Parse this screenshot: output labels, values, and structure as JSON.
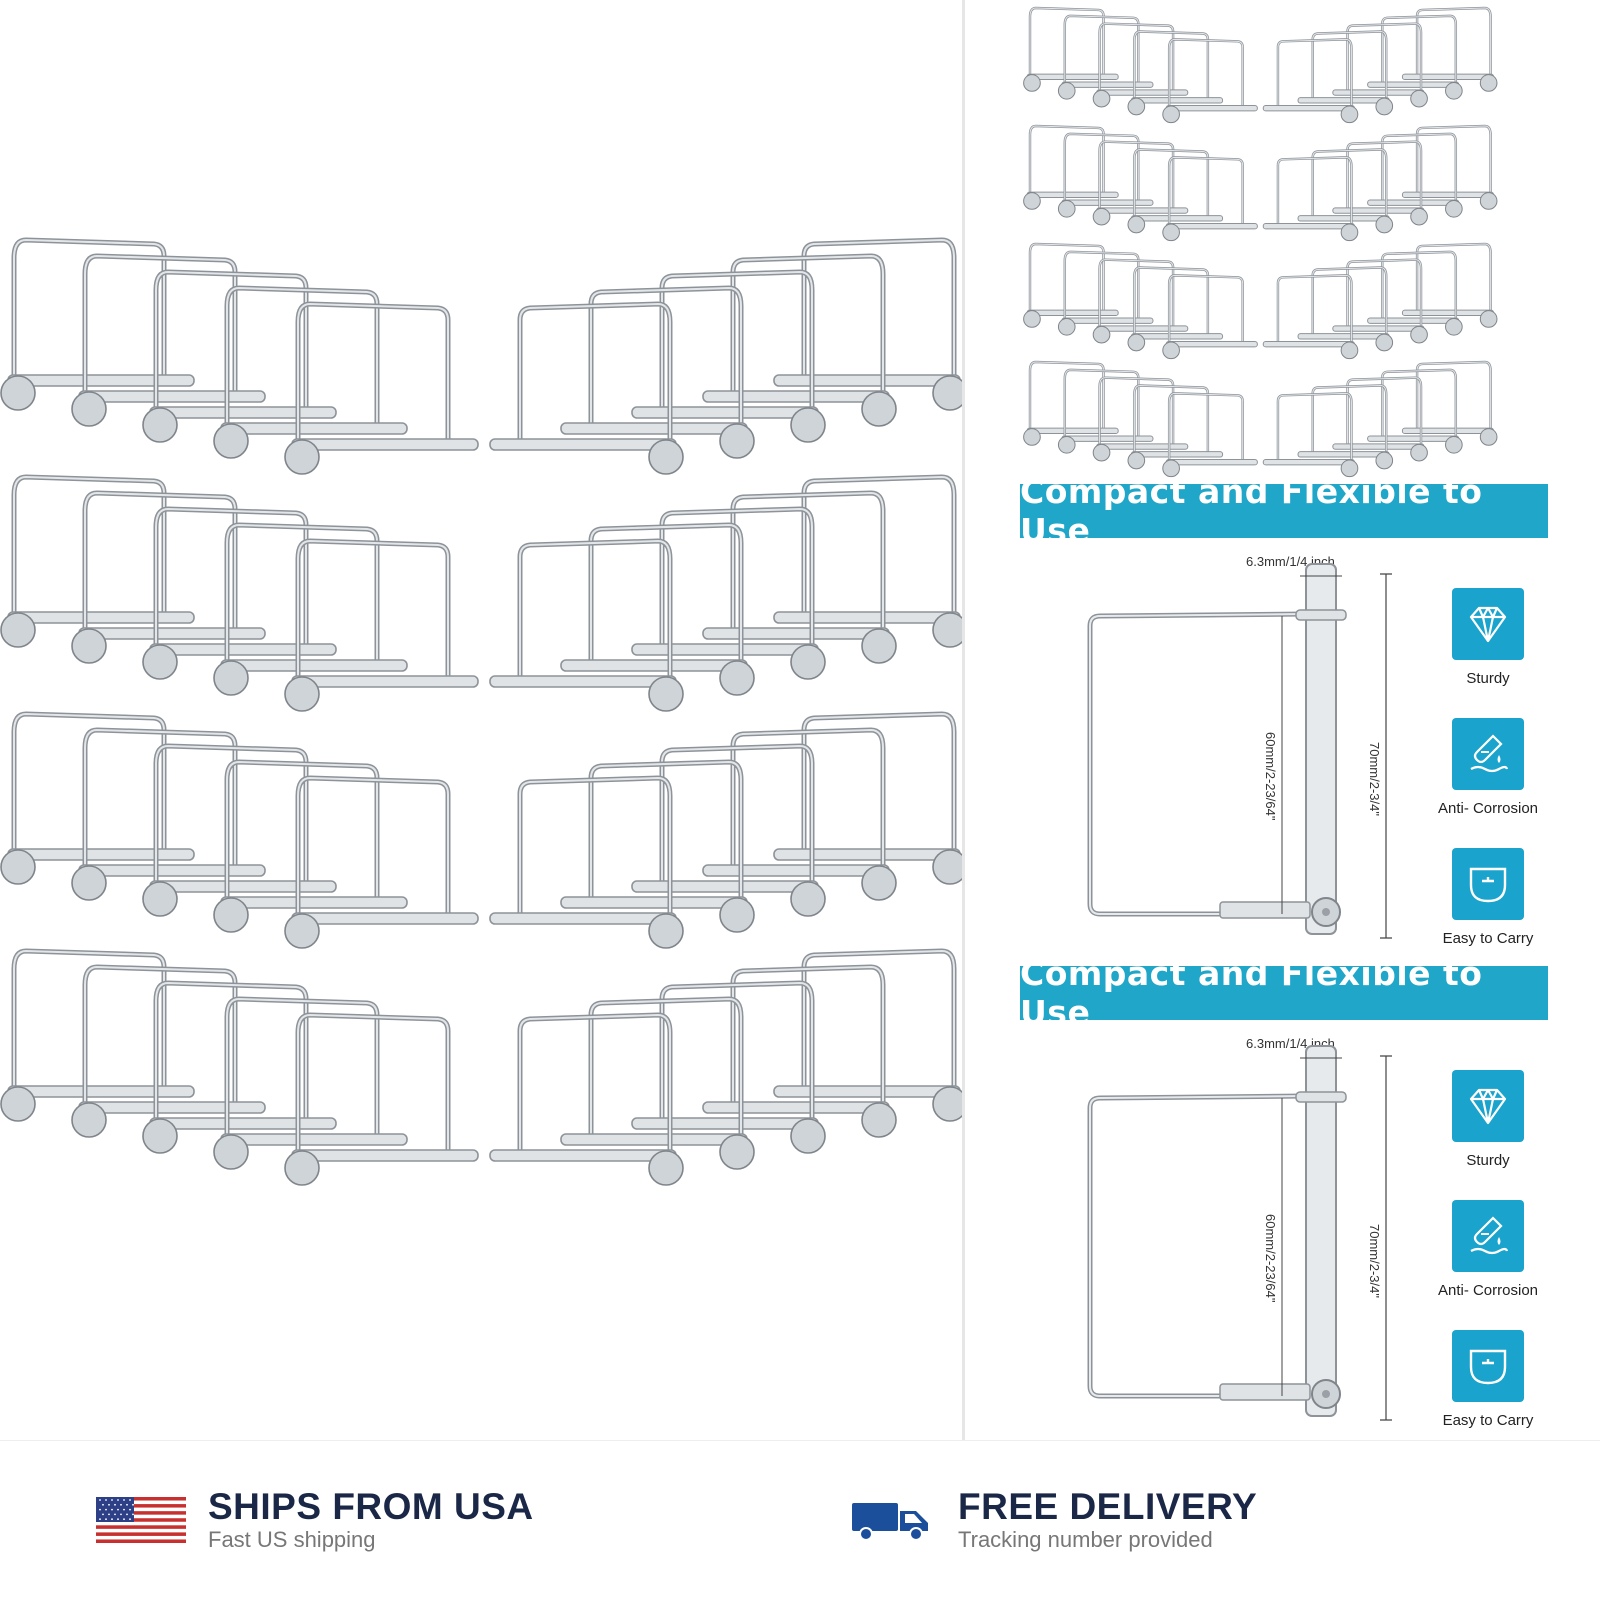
{
  "brand": {
    "accent": "#1fa6c8",
    "navy": "#1a2747",
    "silver": "#9aa0a6"
  },
  "product_pins": {
    "left_groups": 4,
    "pins_per_row": 5
  },
  "spec_panels": [
    {
      "banner": "Compact and Flexible to Use",
      "width_label": "6.3mm/1/4 inch",
      "inner_height_label": "60mm/2-23/64\"",
      "outer_height_label": "70mm/2-3/4\"",
      "features": [
        {
          "icon": "diamond-icon",
          "label": "Sturdy"
        },
        {
          "icon": "test-tube-icon",
          "label": "Anti- Corrosion"
        },
        {
          "icon": "bag-icon",
          "label": "Easy to Carry"
        }
      ]
    },
    {
      "banner": "Compact and Flexible to Use",
      "width_label": "6.3mm/1/4 inch",
      "inner_height_label": "60mm/2-23/64\"",
      "outer_height_label": "70mm/2-3/4\"",
      "features": [
        {
          "icon": "diamond-icon",
          "label": "Sturdy"
        },
        {
          "icon": "test-tube-icon",
          "label": "Anti- Corrosion"
        },
        {
          "icon": "bag-icon",
          "label": "Easy to Carry"
        }
      ]
    }
  ],
  "footer": {
    "ships": {
      "title": "SHIPS FROM USA",
      "subtitle": "Fast US shipping",
      "icon": "us-flag-icon"
    },
    "delivery": {
      "title": "FREE DELIVERY",
      "subtitle": "Tracking number provided",
      "icon": "delivery-truck-icon"
    }
  }
}
